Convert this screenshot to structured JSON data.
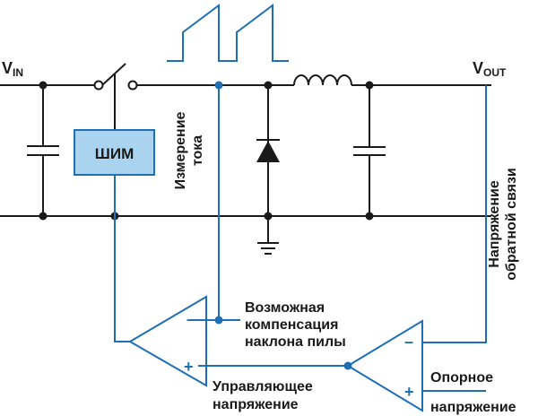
{
  "labels": {
    "vin_main": "V",
    "vin_sub": "IN",
    "vout_main": "V",
    "vout_sub": "OUT",
    "pwm": "ШИМ",
    "current_sense_1": "Измерение",
    "current_sense_2": "тока",
    "feedback_1": "Напряжение",
    "feedback_2": "обратной связи",
    "slope_1": "Возможная",
    "slope_2": "компенсация",
    "slope_3": "наклона пилы",
    "control_1": "Управляющее",
    "control_2": "напряжение",
    "ref_1": "Опорное",
    "ref_2": "напряжение",
    "minus": "–",
    "plus": "+"
  },
  "colors": {
    "wire": "#1a1a1a",
    "signal": "#1f6fb5",
    "pwm_fill": "#a9d3ee",
    "pwm_stroke": "#1f6fb5"
  }
}
